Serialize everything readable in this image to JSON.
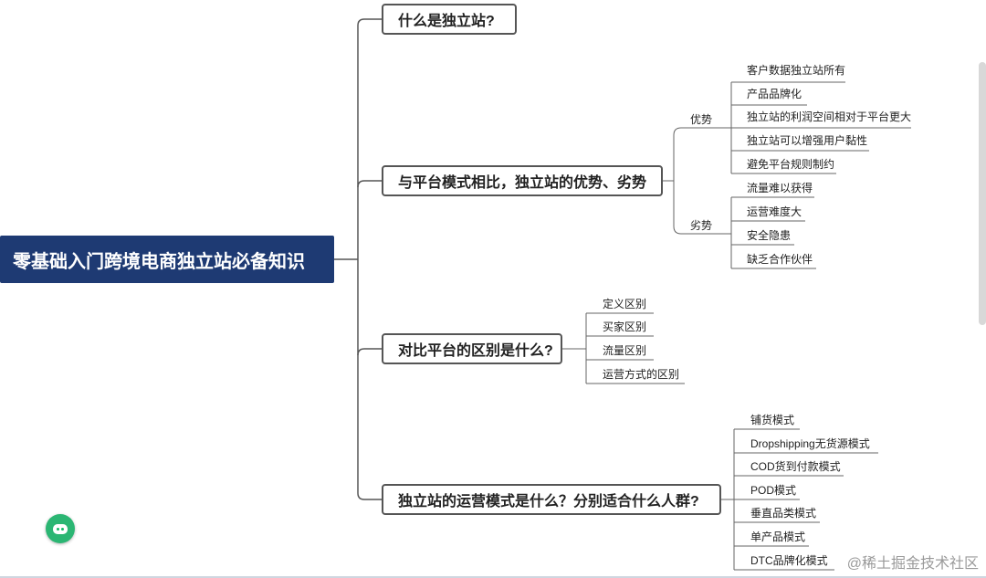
{
  "root": "零基础入门跨境电商独立站必备知识",
  "topics": [
    {
      "label": "什么是独立站?"
    },
    {
      "label": "与平台模式相比，独立站的优势、劣势",
      "groups": [
        {
          "label": "优势",
          "items": [
            "客户数据独立站所有",
            "产品品牌化",
            "独立站的利润空间相对于平台更大",
            "独立站可以增强用户黏性",
            "避免平台规则制约"
          ]
        },
        {
          "label": "劣势",
          "items": [
            "流量难以获得",
            "运营难度大",
            "安全隐患",
            "缺乏合作伙伴"
          ]
        }
      ]
    },
    {
      "label": "对比平台的区别是什么?",
      "items": [
        "定义区别",
        "买家区别",
        "流量区别",
        "运营方式的区别"
      ]
    },
    {
      "label": "独立站的运营模式是什么？分别适合什么人群?",
      "items": [
        "铺货模式",
        "Dropshipping无货源模式",
        "COD货到付款模式",
        "POD模式",
        "垂直品类模式",
        "单产品模式",
        "DTC品牌化模式"
      ]
    }
  ],
  "watermark": "@稀土掘金技术社区",
  "colors": {
    "root_bg": "#1e3a73",
    "line": "#555555",
    "leaf_line": "#666666"
  },
  "icons": {
    "assistant": "robot-icon"
  }
}
